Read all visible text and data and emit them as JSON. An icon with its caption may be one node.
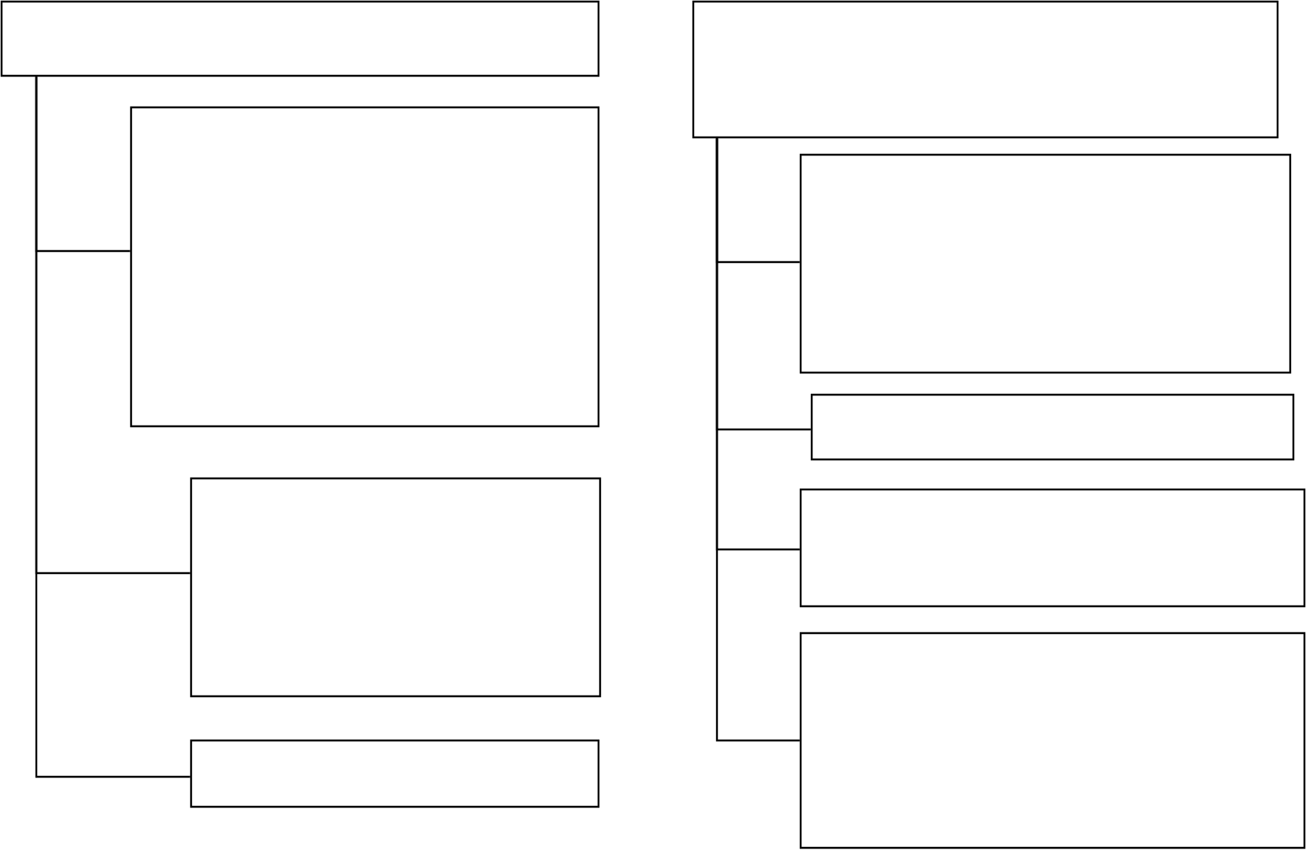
{
  "diagram": {
    "nodes": [
      {
        "text": [],
        "shape": "box"
      },
      {
        "text": [],
        "shape": "box"
      },
      {
        "text": [],
        "shape": "box"
      },
      {
        "text": [],
        "shape": "box"
      },
      {
        "text": [],
        "shape": "box"
      },
      {
        "text": [],
        "shape": "box"
      },
      {
        "text": [],
        "shape": "box"
      },
      {
        "text": [],
        "shape": "box"
      },
      {
        "text": [],
        "shape": "box"
      }
    ],
    "edges": [
      {
        "from": 0,
        "to": 1,
        "arrow": "none"
      },
      {
        "from": 0,
        "to": 2,
        "arrow": "none"
      },
      {
        "from": 0,
        "to": 3,
        "arrow": "none"
      },
      {
        "from": 4,
        "to": 5,
        "arrow": "none"
      },
      {
        "from": 4,
        "to": 6,
        "arrow": "none"
      },
      {
        "from": 4,
        "to": 7,
        "arrow": "none"
      },
      {
        "from": 4,
        "to": 8,
        "arrow": "none"
      }
    ]
  }
}
